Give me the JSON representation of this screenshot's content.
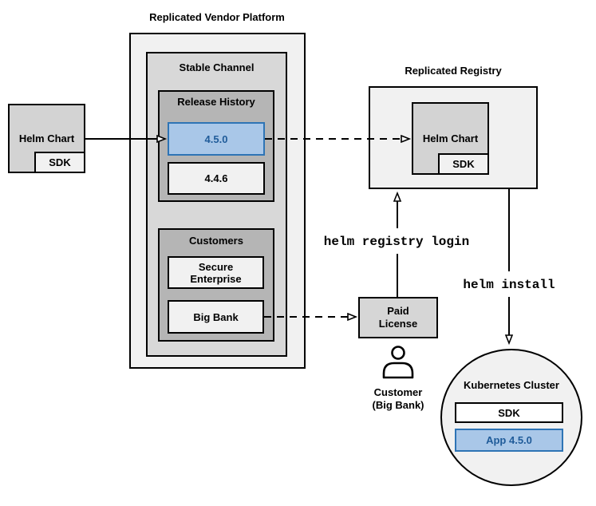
{
  "colors": {
    "highlight_fill": "#A9C7E8",
    "highlight_border": "#2E74B5",
    "highlight_text": "#1F5B99",
    "container_light": "#F1F1F1",
    "container_medium": "#D8D8D8",
    "container_dark": "#B5B5B5",
    "line": "#000000"
  },
  "vendor_platform": {
    "title": "Replicated Vendor Platform",
    "stable_channel": {
      "title": "Stable Channel",
      "release_history": {
        "title": "Release History",
        "current_release": "4.5.0",
        "previous_release": "4.4.6"
      },
      "customers": {
        "title": "Customers",
        "secure_enterprise": {
          "lines": [
            "Secure",
            "Enterprise"
          ]
        },
        "big_bank": "Big Bank"
      }
    }
  },
  "source_helm_chart": {
    "label": "Helm Chart",
    "sdk": "SDK"
  },
  "registry": {
    "title": "Replicated Registry",
    "helm_chart": "Helm Chart",
    "sdk": "SDK"
  },
  "paid_license": {
    "lines": [
      "Paid",
      "License"
    ]
  },
  "customer_actor": {
    "lines": [
      "Customer",
      "(Big Bank)"
    ]
  },
  "commands": {
    "registry_login": "helm registry login",
    "install": "helm install"
  },
  "cluster": {
    "title": "Kubernetes Cluster",
    "sdk": "SDK",
    "app": "App 4.5.0"
  }
}
